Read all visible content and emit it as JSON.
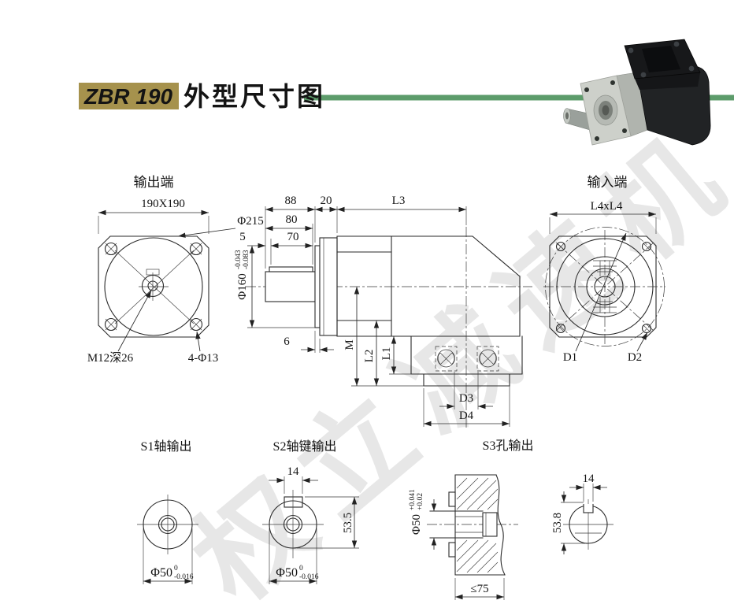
{
  "header": {
    "model": "ZBR 190",
    "title": "外型尺寸图"
  },
  "colors": {
    "accent_gold": "#a6924d",
    "accent_green": "#5d9c6b"
  },
  "watermark": "权立减速机",
  "views": {
    "output": {
      "title": "输出端",
      "flange": "190X190",
      "bolt_circle": "Φ215",
      "tap": "M12深26",
      "holes": "4-Φ13"
    },
    "side": {
      "d88": "88",
      "d20": "20",
      "dL3": "L3",
      "d80": "80",
      "d70": "70",
      "d5": "5",
      "d6": "6",
      "phi160": {
        "dia": "Φ160",
        "up": "-0.043",
        "low": "-0.083"
      },
      "dM": "M",
      "dL2": "L2",
      "dL1": "L1",
      "dD3": "D3",
      "dD4": "D4"
    },
    "input": {
      "title": "输入端",
      "flange": "L4xL4",
      "d1": "D1",
      "d2": "D2"
    }
  },
  "details": {
    "s1": {
      "title": "S1轴输出",
      "dia": "Φ50",
      "up": "0",
      "low": "-0.016"
    },
    "s2": {
      "title": "S2轴键输出",
      "key": "14",
      "height": "53.5",
      "dia": "Φ50",
      "up": "0",
      "low": "-0.016"
    },
    "s3": {
      "title": "S3孔输出",
      "dia": "Φ50",
      "up": "+0.041",
      "low": "+0.02",
      "max_length": "≤75",
      "key": "14",
      "height": "53.8"
    }
  }
}
